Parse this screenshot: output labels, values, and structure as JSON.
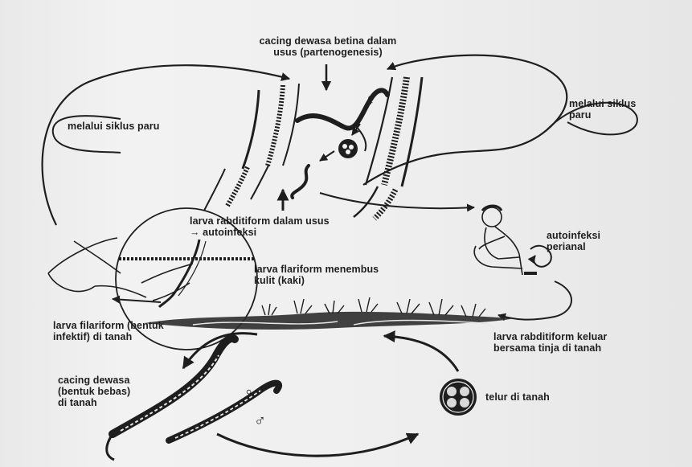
{
  "diagram": {
    "labels": {
      "adult_female": "cacing dewasa betina dalam\nusus (partenogenesis)",
      "lung_right": "melalui siklus\nparu",
      "lung_left": "melalui siklus paru",
      "rhabditiform_gut": "larva rabditiform dalam usus\n→ autoinfeksi",
      "perianal": "autoinfeksi\nperianal",
      "filariform_skin": "larva flariform menembus\nkulit (kaki)",
      "filariform_soil": "larva filariform (bentuk\ninfektif) di tanah",
      "rhabditiform_out": "larva rabditiform keluar\nbersama tinja di tanah",
      "free_living": "cacing dewasa\n(bentuk bebas)\ndi tanah",
      "egg": "telur di tanah"
    },
    "symbols": {
      "female": "♀",
      "male": "♂"
    },
    "colors": {
      "ink": "#1e1e1e",
      "paper": "#efefef"
    }
  }
}
